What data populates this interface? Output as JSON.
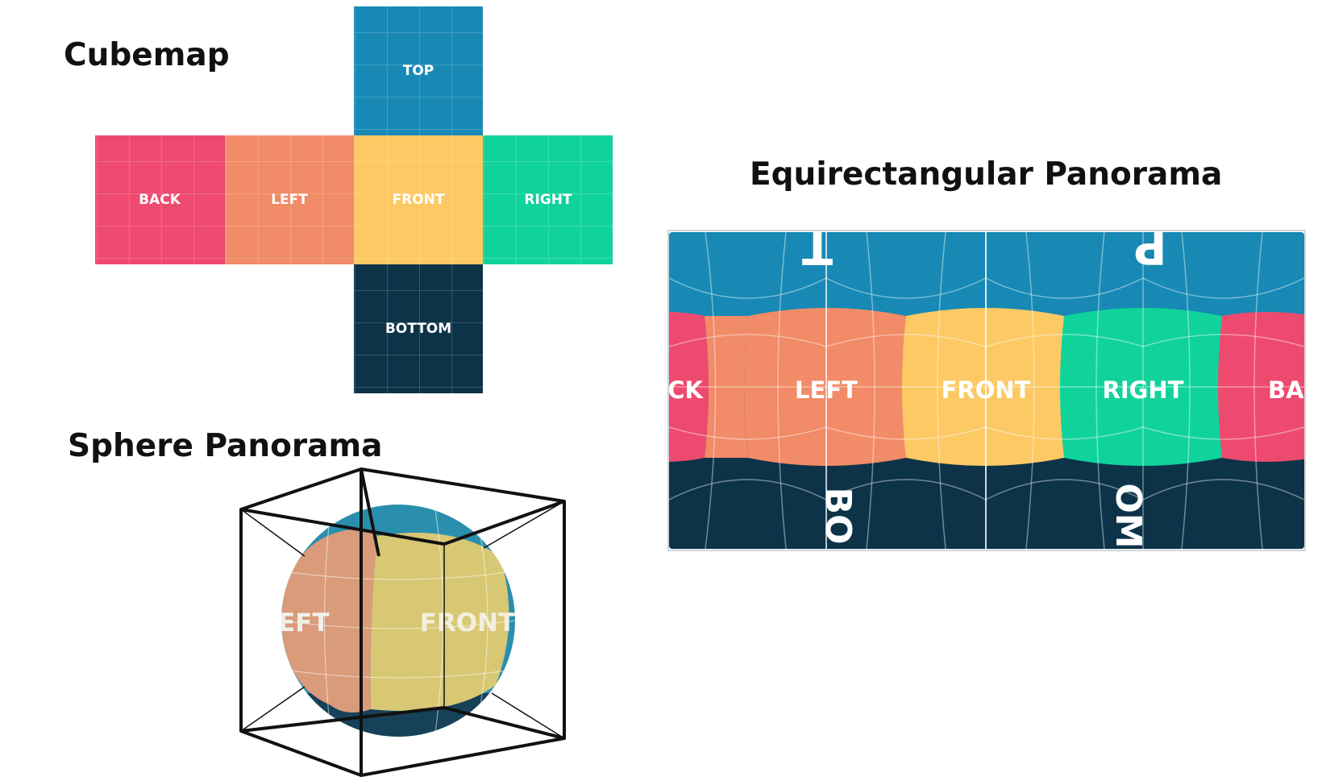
{
  "titles": {
    "cubemap": "Cubemap",
    "equirect": "Equirectangular Panorama",
    "sphere": "Sphere Panorama"
  },
  "cubemap": {
    "top": "TOP",
    "back": "BACK",
    "left": "LEFT",
    "front": "FRONT",
    "right": "RIGHT",
    "bottom": "BOTTOM"
  },
  "equirect": {
    "back_left": "CK",
    "left": "LEFT",
    "front": "FRONT",
    "right": "RIGHT",
    "back_right": "BA",
    "top_glyph_1": "T",
    "top_glyph_2": "P",
    "bottom_text_1": "BO",
    "bottom_text_2": "OM"
  },
  "sphere": {
    "left": "LEFT",
    "front": "FRONT"
  },
  "colors": {
    "top": "#1789b4",
    "back": "#ee4a6f",
    "left": "#f28b67",
    "front": "#fcc965",
    "right": "#10d39c",
    "bottom": "#0d3349",
    "sphere_left": "#d99b7a",
    "sphere_front": "#d8c874",
    "sphere_top": "#2a8fad",
    "sphere_bottom": "#174158"
  }
}
